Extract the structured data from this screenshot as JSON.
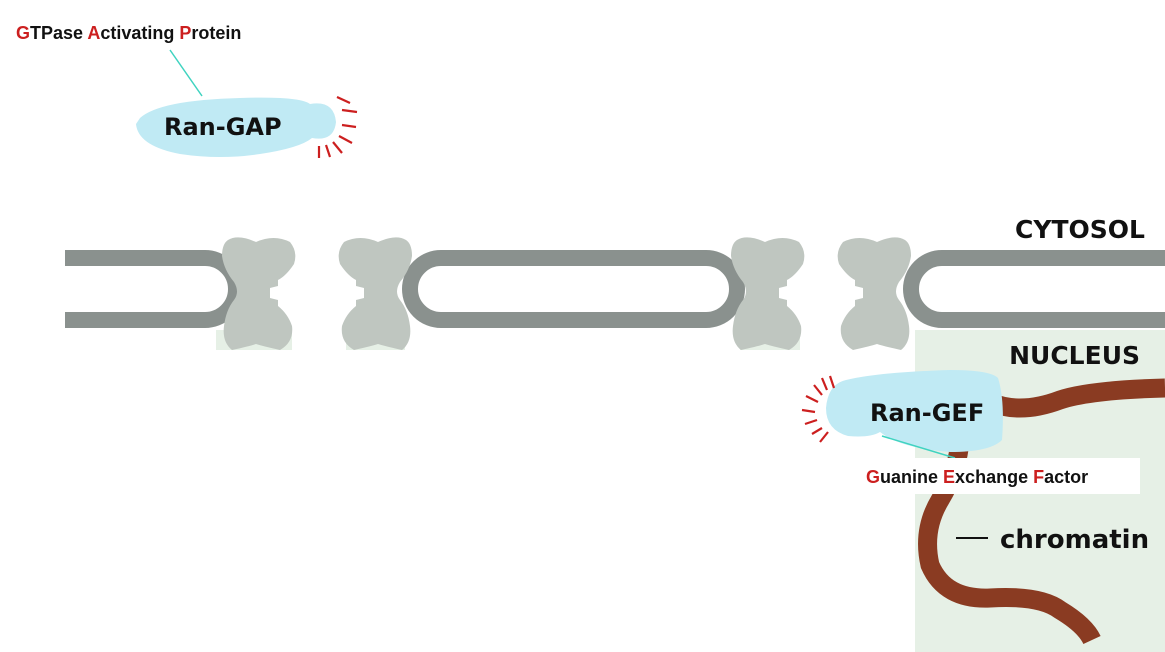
{
  "colors": {
    "background": "#ffffff",
    "nucleus_fill": "#e6f0e6",
    "membrane": "#8a918e",
    "pore": "#bfc6c0",
    "protein": "#c0eaf4",
    "chromatin": "#8a3b22",
    "accent_red": "#cc1f1f",
    "leader_line": "#3fd3c0",
    "text": "#111111"
  },
  "gap_label": {
    "parts": [
      {
        "cap": "G",
        "rest": "TPase "
      },
      {
        "cap": "A",
        "rest": "ctivating "
      },
      {
        "cap": "P",
        "rest": "rotein"
      }
    ]
  },
  "gef_label": {
    "parts": [
      {
        "cap": "G",
        "rest": "uanine "
      },
      {
        "cap": "E",
        "rest": "xchange "
      },
      {
        "cap": "F",
        "rest": "actor"
      }
    ]
  },
  "proteins": {
    "ran_gap": "Ran-GAP",
    "ran_gef": "Ran-GEF"
  },
  "regions": {
    "cytosol": "CYTOSOL",
    "nucleus": "NUCLEUS"
  },
  "chromatin_label": "chromatin"
}
